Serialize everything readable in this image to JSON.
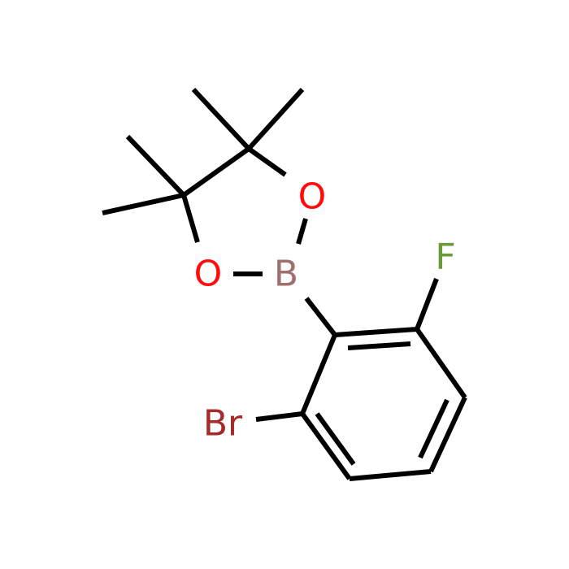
{
  "molecule": {
    "atoms": [
      {
        "label": "O",
        "color": "#ff0d0d"
      },
      {
        "label": "O",
        "color": "#ff0d0d"
      },
      {
        "label": "B",
        "color": "#a07070"
      },
      {
        "label": "F",
        "color": "#6a9a3a"
      },
      {
        "label": "Br",
        "color": "#a52a2a"
      }
    ]
  }
}
